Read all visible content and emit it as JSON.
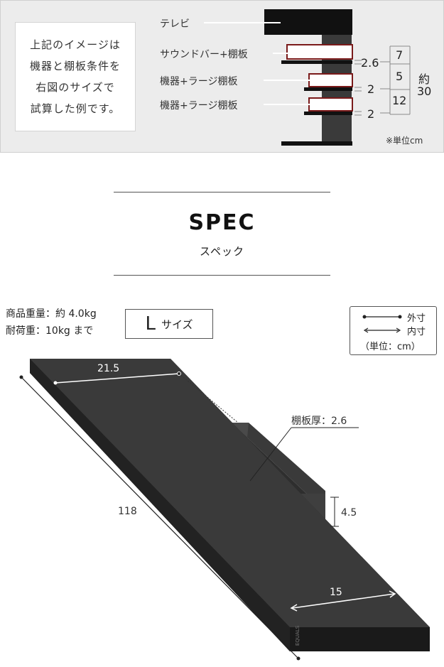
{
  "diagram": {
    "note_lines": [
      "上記のイメージは",
      "機器と棚板条件を",
      "右図のサイズで",
      "試算した例です。"
    ],
    "label_tv": "テレビ",
    "label_soundbar": "サウンドバー+棚板",
    "label_device1": "機器+ラージ棚板",
    "label_device2": "機器+ラージ棚板",
    "gap_1": "2.6",
    "gap_2": "2",
    "gap_3": "2",
    "height_1": "7",
    "height_2": "5",
    "height_3": "12",
    "total_prefix": "約",
    "total_value": "30",
    "unit_note": "※単位cm"
  },
  "spec": {
    "title": "SPEC",
    "subtitle": "スペック",
    "weight": "商品重量：約 4.0kg",
    "load": "耐荷重：10kg まで",
    "size_letter": "L",
    "size_word": "サイズ",
    "legend_outer": "外寸",
    "legend_inner": "内寸",
    "legend_unit": "（単位：cm）"
  },
  "dimensions": {
    "depth": "21.5",
    "thickness_label": "棚板厚：2.6",
    "length": "118",
    "bracket_height": "4.5",
    "inner_width": "15",
    "engraving": "EQUALS"
  },
  "colors": {
    "panel_bg": "#ececec",
    "shelf_dark": "#2a2a2a",
    "device_outline": "#7a1a1a",
    "pole": "#3a3a3a"
  }
}
